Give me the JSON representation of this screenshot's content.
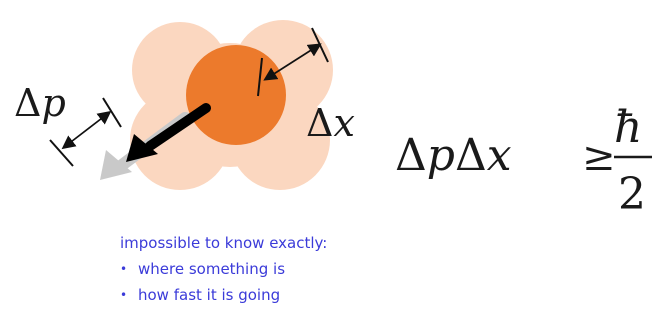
{
  "labels": {
    "delta_p_symbol": "Δ",
    "delta_p_var": "p",
    "delta_x_symbol": "Δ",
    "delta_x_var": "x"
  },
  "equation": {
    "lhs_delta1": "Δ",
    "lhs_p": "p",
    "lhs_delta2": "Δ",
    "lhs_x": "x",
    "relation": "≥",
    "numerator": "ħ",
    "denominator": "2"
  },
  "caption": {
    "heading": "impossible to know exactly:",
    "bullets": [
      "where something is",
      "how fast it is going"
    ]
  },
  "colors": {
    "cloud": "#fbd7c0",
    "particle": "#ec7a2c",
    "arrow": "#000000",
    "ghost_arrow": "#c9c9c9",
    "caption": "#3b3bd9"
  }
}
